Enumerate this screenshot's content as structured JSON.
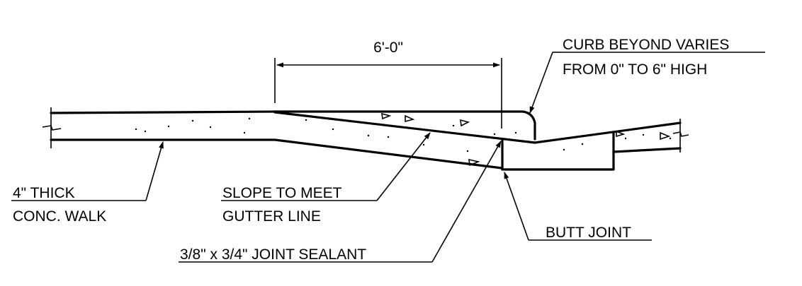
{
  "dimension": {
    "text": "6'-0\""
  },
  "callouts": {
    "curb": {
      "line1": "CURB BEYOND VARIES",
      "line2": "FROM 0\" TO 6\" HIGH"
    },
    "walk": {
      "line1": "4\" THICK",
      "line2": "CONC. WALK"
    },
    "slope": {
      "line1": "SLOPE TO MEET",
      "line2": "GUTTER LINE"
    },
    "butt": {
      "line1": "BUTT JOINT"
    },
    "sealant": {
      "line1": "3/8\" x 3/4\" JOINT SEALANT"
    }
  }
}
